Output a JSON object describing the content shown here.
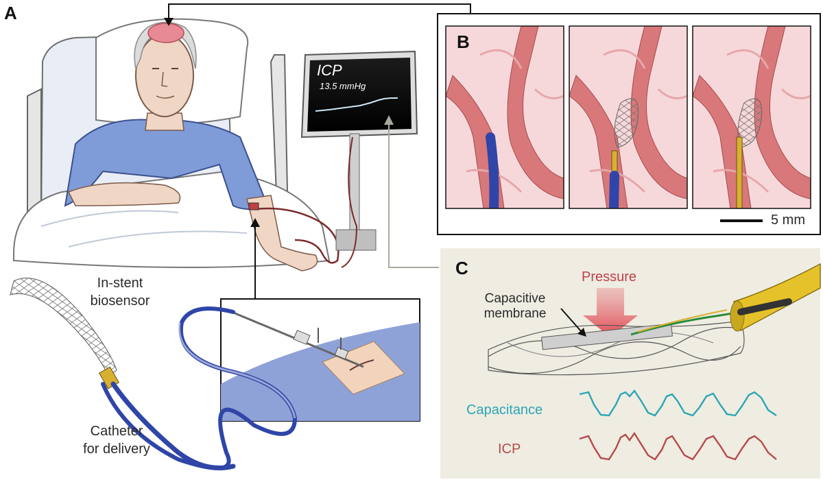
{
  "panel_a": {
    "letter": "A",
    "monitor": {
      "title": "ICP",
      "value": "13.5 mmHg"
    },
    "stent_label": [
      "In-stent",
      "biosensor"
    ],
    "catheter_label": [
      "Catheter",
      "for delivery"
    ]
  },
  "panel_b": {
    "letter": "B",
    "scale_bar": "5 mm"
  },
  "panel_c": {
    "letter": "C",
    "pressure_label": "Pressure",
    "membrane_label": [
      "Capacitive",
      "membrane"
    ],
    "capacitance_label": "Capacitance",
    "icp_label": "ICP"
  },
  "colors": {
    "pressure": "#c0404a",
    "capacitance": "#2aa6b4",
    "icp": "#b54a4a",
    "catheter": "#2f45a8",
    "vessel": "#d9787a",
    "brain_bg": "#f7d8da",
    "panel_c_bg": "#efece2",
    "gown": "#7f9bd8"
  }
}
